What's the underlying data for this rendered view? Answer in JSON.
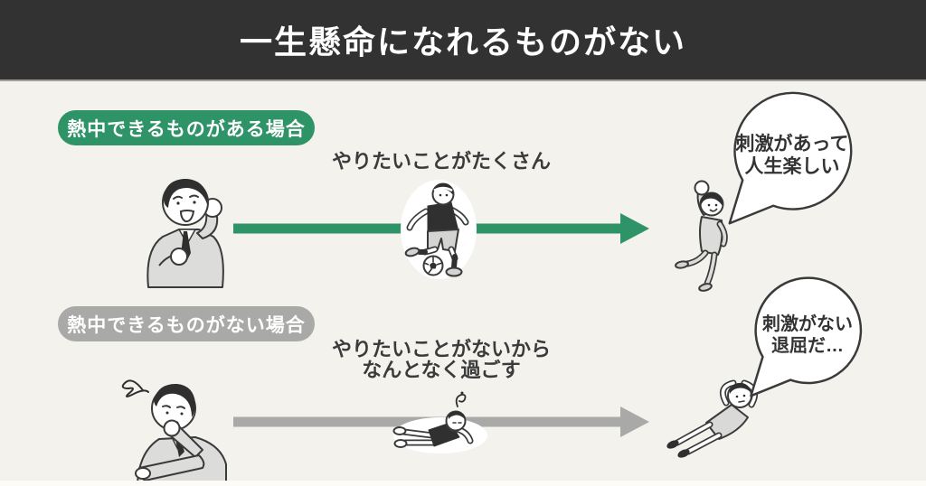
{
  "header": {
    "title": "一生懸命になれるものがない",
    "bg": "#333233",
    "text_color": "#ffffff"
  },
  "canvas": {
    "bg": "#f3f2ed"
  },
  "rows": [
    {
      "id": "has-passion",
      "badge": "熱中できるものがある場合",
      "badge_color": "#2f9368",
      "arrow_color": "#2f9368",
      "caption_lines": [
        "やりたいことがたくさん"
      ],
      "bubble_lines": [
        "刺激があって",
        "人生楽しい"
      ],
      "illustrations": [
        "excited-businessman",
        "soccer-player",
        "jumping-happy-man"
      ]
    },
    {
      "id": "no-passion",
      "badge": "熱中できるものがない場合",
      "badge_color": "#a9a9a7",
      "arrow_color": "#a9a9a7",
      "caption_lines": [
        "やりたいことがないから",
        "なんとなく過ごす"
      ],
      "bubble_lines": [
        "刺激がない",
        "退屈だ…"
      ],
      "illustrations": [
        "bored-thinking-man",
        "lying-napping-person",
        "lying-bored-person"
      ]
    }
  ]
}
